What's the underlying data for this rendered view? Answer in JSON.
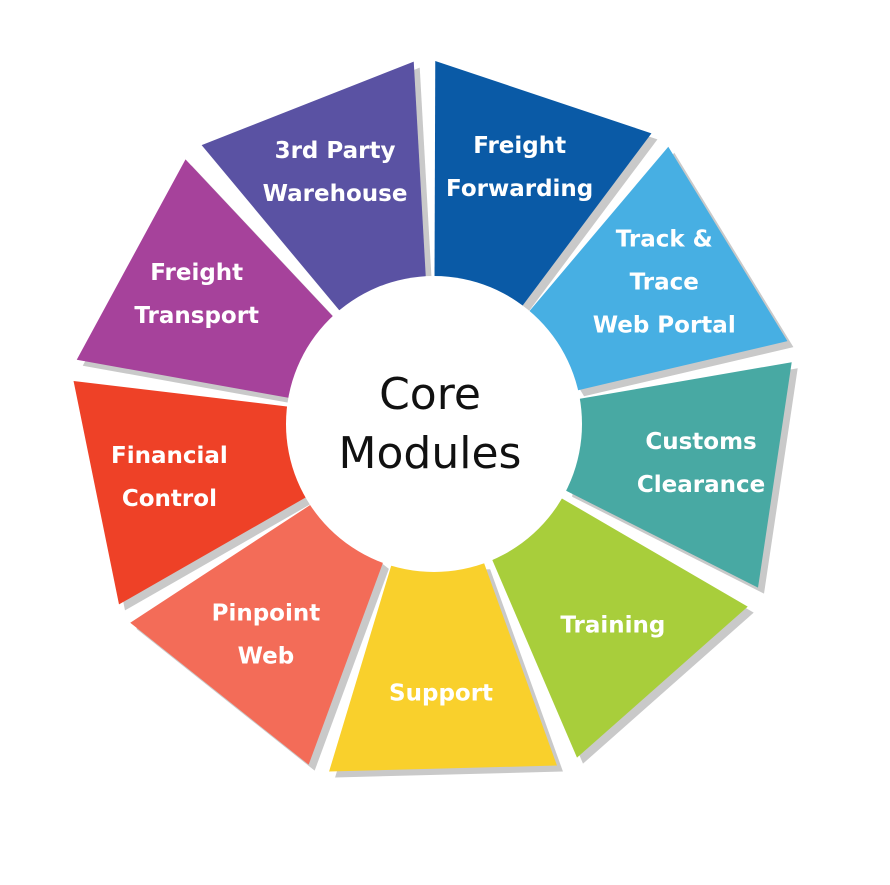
{
  "diagram": {
    "center": {
      "lines": [
        "Core",
        "Modules"
      ]
    },
    "segments": [
      {
        "lines": [
          "Freight",
          "Forwarding"
        ],
        "color": "#0A5AA6"
      },
      {
        "lines": [
          "Track &",
          "Trace",
          "Web Portal"
        ],
        "color": "#47AFE3"
      },
      {
        "lines": [
          "Customs",
          "Clearance"
        ],
        "color": "#48A9A3"
      },
      {
        "lines": [
          "Training"
        ],
        "color": "#A8CE3B"
      },
      {
        "lines": [
          "Support"
        ],
        "color": "#F9D02C"
      },
      {
        "lines": [
          "Pinpoint",
          "Web"
        ],
        "color": "#F36C58"
      },
      {
        "lines": [
          "Financial",
          "Control"
        ],
        "color": "#EE4127"
      },
      {
        "lines": [
          "Freight",
          "Transport"
        ],
        "color": "#A6429B"
      },
      {
        "lines": [
          "3rd Party",
          "Warehouse"
        ],
        "color": "#5A52A3"
      }
    ],
    "shadow_color": "#C9C9C9",
    "text_color": "#FFFFFF"
  }
}
